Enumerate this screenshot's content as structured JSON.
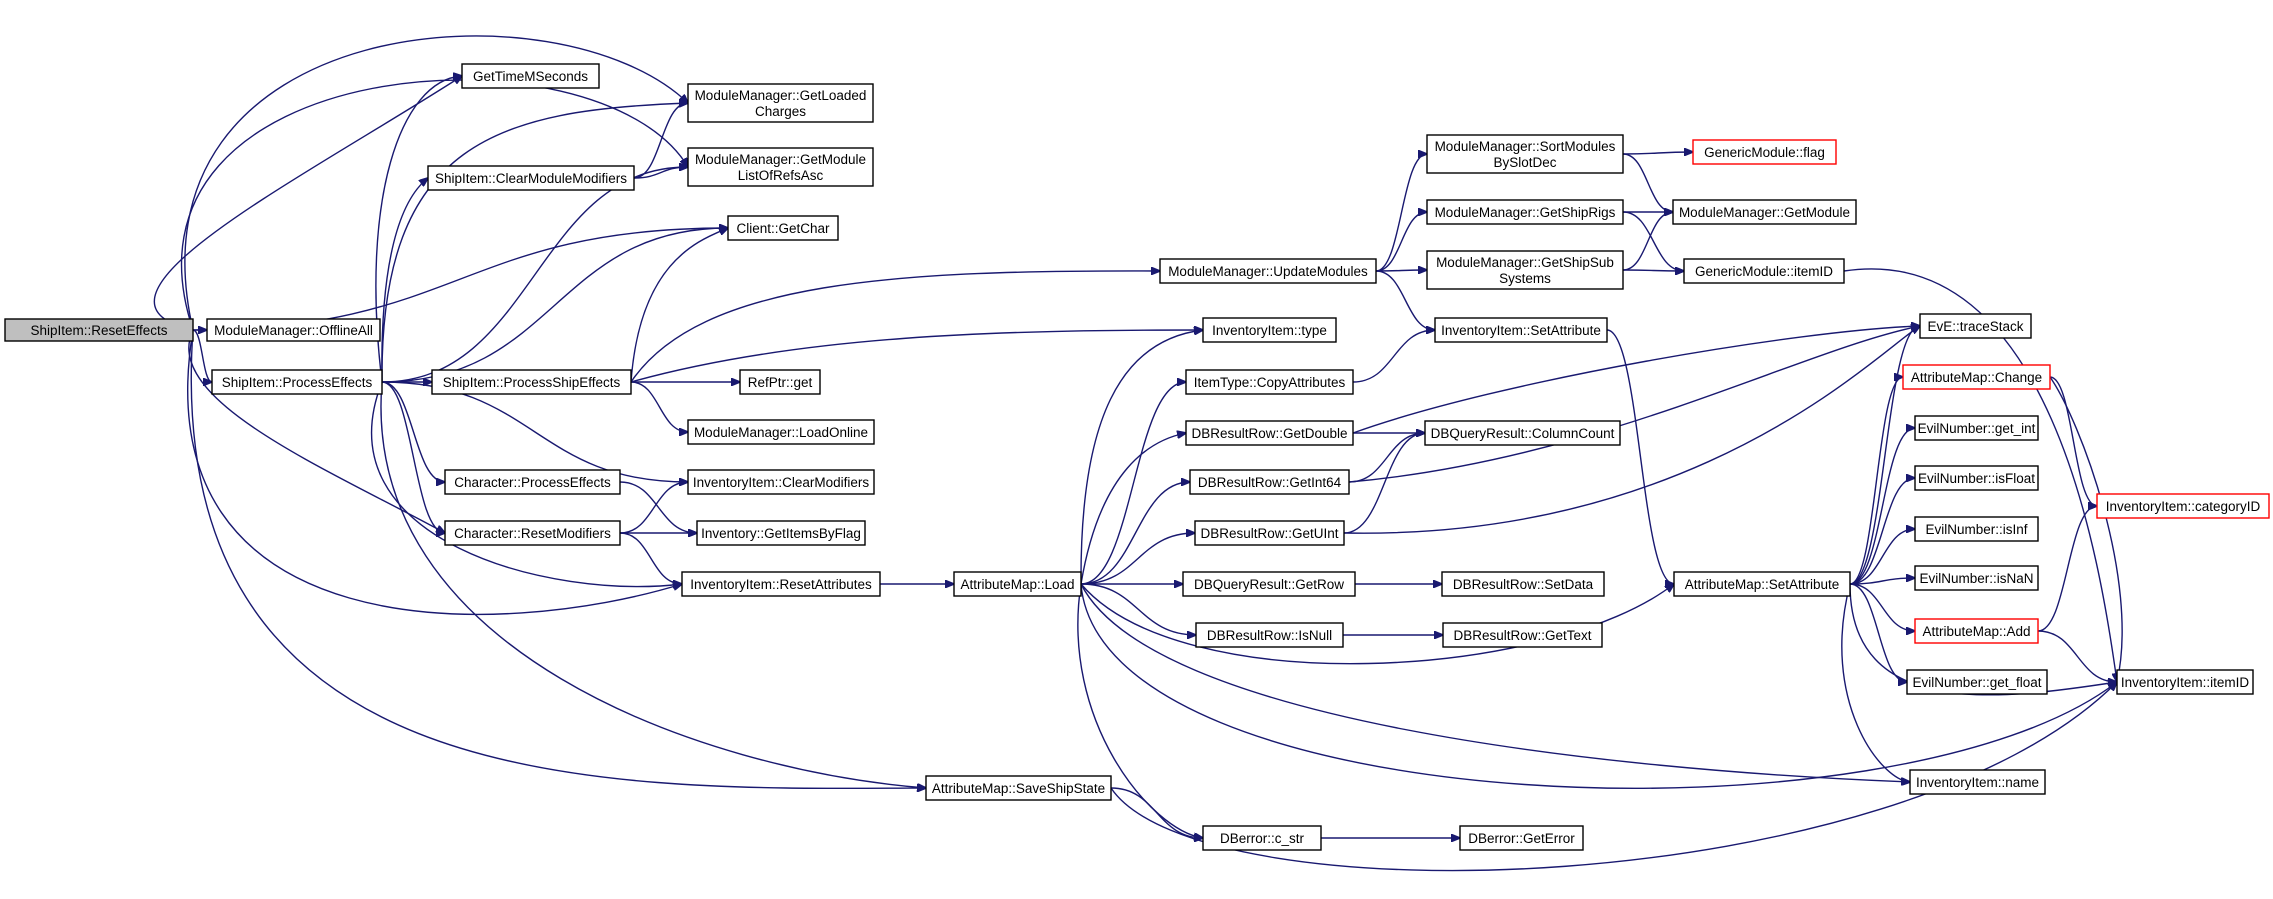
{
  "colors": {
    "edge": "#191970",
    "border": "#000000",
    "red_border": "#ff0000",
    "root_fill": "#bfbfbf",
    "fill": "#ffffff"
  },
  "nodes": [
    {
      "id": "n0",
      "lines": [
        "ShipItem::ResetEffects"
      ],
      "style": "root"
    },
    {
      "id": "n1",
      "lines": [
        "GetTimeMSeconds"
      ]
    },
    {
      "id": "n2",
      "lines": [
        "ModuleManager::GetLoaded",
        "Charges"
      ]
    },
    {
      "id": "n3",
      "lines": [
        "ModuleManager::GetModule",
        "ListOfRefsAsc"
      ]
    },
    {
      "id": "n4",
      "lines": [
        "ShipItem::ClearModuleModifiers"
      ]
    },
    {
      "id": "n5",
      "lines": [
        "Client::GetChar"
      ]
    },
    {
      "id": "n6",
      "lines": [
        "ModuleManager::OfflineAll"
      ]
    },
    {
      "id": "n7",
      "lines": [
        "ShipItem::ProcessEffects"
      ]
    },
    {
      "id": "n8",
      "lines": [
        "ShipItem::ProcessShipEffects"
      ]
    },
    {
      "id": "n9",
      "lines": [
        "RefPtr::get"
      ]
    },
    {
      "id": "n10",
      "lines": [
        "ModuleManager::LoadOnline"
      ]
    },
    {
      "id": "n11",
      "lines": [
        "Character::ProcessEffects"
      ]
    },
    {
      "id": "n12",
      "lines": [
        "InventoryItem::ClearModifiers"
      ]
    },
    {
      "id": "n13",
      "lines": [
        "Character::ResetModifiers"
      ]
    },
    {
      "id": "n14",
      "lines": [
        "Inventory::GetItemsByFlag"
      ]
    },
    {
      "id": "n15",
      "lines": [
        "InventoryItem::ResetAttributes"
      ]
    },
    {
      "id": "n16",
      "lines": [
        "AttributeMap::Load"
      ]
    },
    {
      "id": "n17",
      "lines": [
        "AttributeMap::SaveShipState"
      ]
    },
    {
      "id": "n18",
      "lines": [
        "ModuleManager::UpdateModules"
      ]
    },
    {
      "id": "n19",
      "lines": [
        "InventoryItem::type"
      ]
    },
    {
      "id": "n20",
      "lines": [
        "ItemType::CopyAttributes"
      ]
    },
    {
      "id": "n21",
      "lines": [
        "DBResultRow::GetDouble"
      ]
    },
    {
      "id": "n22",
      "lines": [
        "DBResultRow::GetInt64"
      ]
    },
    {
      "id": "n23",
      "lines": [
        "DBResultRow::GetUInt"
      ]
    },
    {
      "id": "n24",
      "lines": [
        "DBQueryResult::GetRow"
      ]
    },
    {
      "id": "n25",
      "lines": [
        "DBResultRow::IsNull"
      ]
    },
    {
      "id": "n26",
      "lines": [
        "DBerror::c_str"
      ]
    },
    {
      "id": "n27",
      "lines": [
        "ModuleManager::SortModules",
        "BySlotDec"
      ]
    },
    {
      "id": "n28",
      "lines": [
        "ModuleManager::GetShipRigs"
      ]
    },
    {
      "id": "n29",
      "lines": [
        "ModuleManager::GetShipSub",
        "Systems"
      ]
    },
    {
      "id": "n30",
      "lines": [
        "InventoryItem::SetAttribute"
      ]
    },
    {
      "id": "n31",
      "lines": [
        "DBQueryResult::ColumnCount"
      ]
    },
    {
      "id": "n32",
      "lines": [
        "DBResultRow::SetData"
      ]
    },
    {
      "id": "n33",
      "lines": [
        "DBResultRow::GetText"
      ]
    },
    {
      "id": "n34",
      "lines": [
        "DBerror::GetError"
      ]
    },
    {
      "id": "n35",
      "lines": [
        "GenericModule::flag"
      ],
      "style": "red"
    },
    {
      "id": "n36",
      "lines": [
        "ModuleManager::GetModule"
      ]
    },
    {
      "id": "n37",
      "lines": [
        "GenericModule::itemID"
      ]
    },
    {
      "id": "n38",
      "lines": [
        "AttributeMap::SetAttribute"
      ]
    },
    {
      "id": "n39",
      "lines": [
        "EvE::traceStack"
      ]
    },
    {
      "id": "n40",
      "lines": [
        "AttributeMap::Change"
      ],
      "style": "red"
    },
    {
      "id": "n41",
      "lines": [
        "EvilNumber::get_int"
      ]
    },
    {
      "id": "n42",
      "lines": [
        "EvilNumber::isFloat"
      ]
    },
    {
      "id": "n43",
      "lines": [
        "EvilNumber::isInf"
      ]
    },
    {
      "id": "n44",
      "lines": [
        "EvilNumber::isNaN"
      ]
    },
    {
      "id": "n45",
      "lines": [
        "AttributeMap::Add"
      ],
      "style": "red"
    },
    {
      "id": "n46",
      "lines": [
        "EvilNumber::get_float"
      ]
    },
    {
      "id": "n47",
      "lines": [
        "InventoryItem::name"
      ]
    },
    {
      "id": "n48",
      "lines": [
        "InventoryItem::categoryID"
      ],
      "style": "red"
    },
    {
      "id": "n49",
      "lines": [
        "InventoryItem::itemID"
      ]
    }
  ],
  "edges": [
    [
      "n0",
      "n1"
    ],
    [
      "n0",
      "n2"
    ],
    [
      "n0",
      "n3"
    ],
    [
      "n0",
      "n5"
    ],
    [
      "n0",
      "n6"
    ],
    [
      "n0",
      "n7"
    ],
    [
      "n0",
      "n13"
    ],
    [
      "n0",
      "n15"
    ],
    [
      "n0",
      "n17"
    ],
    [
      "n7",
      "n1"
    ],
    [
      "n7",
      "n2"
    ],
    [
      "n7",
      "n3"
    ],
    [
      "n7",
      "n4"
    ],
    [
      "n7",
      "n5"
    ],
    [
      "n7",
      "n8"
    ],
    [
      "n7",
      "n11"
    ],
    [
      "n7",
      "n12"
    ],
    [
      "n7",
      "n13"
    ],
    [
      "n7",
      "n15"
    ],
    [
      "n7",
      "n17"
    ],
    [
      "n4",
      "n2"
    ],
    [
      "n4",
      "n3"
    ],
    [
      "n8",
      "n5"
    ],
    [
      "n8",
      "n9"
    ],
    [
      "n8",
      "n10"
    ],
    [
      "n8",
      "n18"
    ],
    [
      "n8",
      "n19"
    ],
    [
      "n13",
      "n12"
    ],
    [
      "n13",
      "n14"
    ],
    [
      "n13",
      "n15"
    ],
    [
      "n11",
      "n14"
    ],
    [
      "n15",
      "n16"
    ],
    [
      "n16",
      "n19"
    ],
    [
      "n16",
      "n20"
    ],
    [
      "n16",
      "n21"
    ],
    [
      "n16",
      "n22"
    ],
    [
      "n16",
      "n23"
    ],
    [
      "n16",
      "n24"
    ],
    [
      "n16",
      "n25"
    ],
    [
      "n16",
      "n26"
    ],
    [
      "n16",
      "n38"
    ],
    [
      "n16",
      "n47"
    ],
    [
      "n16",
      "n49"
    ],
    [
      "n17",
      "n26"
    ],
    [
      "n17",
      "n49"
    ],
    [
      "n18",
      "n27"
    ],
    [
      "n18",
      "n28"
    ],
    [
      "n18",
      "n29"
    ],
    [
      "n18",
      "n30"
    ],
    [
      "n27",
      "n35"
    ],
    [
      "n27",
      "n36"
    ],
    [
      "n28",
      "n36"
    ],
    [
      "n28",
      "n37"
    ],
    [
      "n29",
      "n36"
    ],
    [
      "n29",
      "n37"
    ],
    [
      "n37",
      "n49"
    ],
    [
      "n20",
      "n30"
    ],
    [
      "n30",
      "n38"
    ],
    [
      "n21",
      "n31"
    ],
    [
      "n21",
      "n39"
    ],
    [
      "n22",
      "n31"
    ],
    [
      "n22",
      "n39"
    ],
    [
      "n23",
      "n31"
    ],
    [
      "n23",
      "n39"
    ],
    [
      "n24",
      "n32"
    ],
    [
      "n25",
      "n33"
    ],
    [
      "n26",
      "n34"
    ],
    [
      "n38",
      "n39"
    ],
    [
      "n38",
      "n40"
    ],
    [
      "n38",
      "n41"
    ],
    [
      "n38",
      "n42"
    ],
    [
      "n38",
      "n43"
    ],
    [
      "n38",
      "n44"
    ],
    [
      "n38",
      "n45"
    ],
    [
      "n38",
      "n46"
    ],
    [
      "n38",
      "n47"
    ],
    [
      "n38",
      "n49"
    ],
    [
      "n40",
      "n48"
    ],
    [
      "n40",
      "n49"
    ],
    [
      "n45",
      "n48"
    ],
    [
      "n45",
      "n49"
    ]
  ]
}
